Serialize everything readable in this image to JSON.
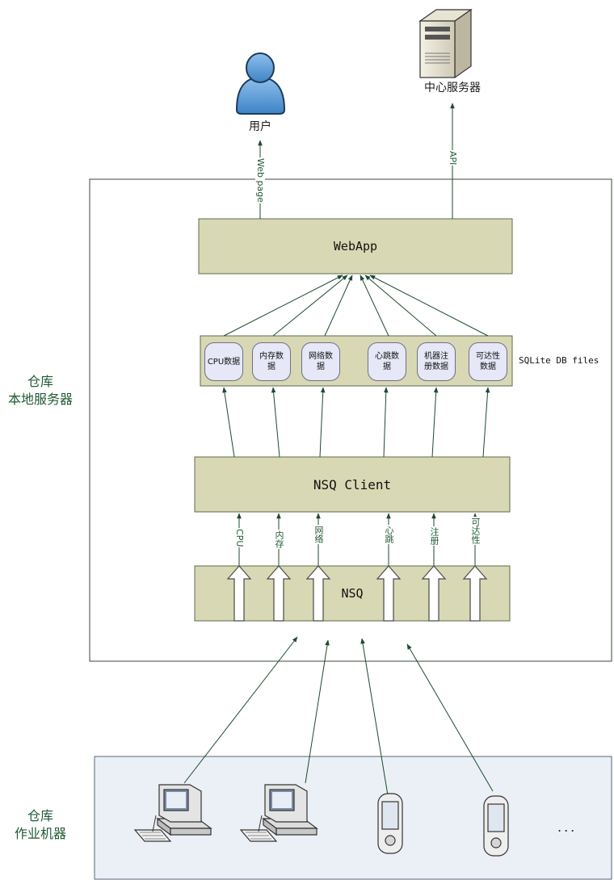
{
  "labels": {
    "user": "用户",
    "central_server": "中心服务器",
    "web_page": "Web page",
    "api": "API",
    "local_server_line1": "仓库",
    "local_server_line2": "本地服务器",
    "workstations_line1": "仓库",
    "workstations_line2": "作业机器",
    "sqlite_files": "SQLite DB files",
    "ellipsis": "..."
  },
  "boxes": {
    "webapp": "WebApp",
    "nsq_client": "NSQ Client",
    "nsq": "NSQ"
  },
  "stores": [
    {
      "line1": "CPU数据",
      "line2": ""
    },
    {
      "line1": "内存数",
      "line2": "据"
    },
    {
      "line1": "网络数",
      "line2": "据"
    },
    {
      "line1": "心跳数",
      "line2": "据"
    },
    {
      "line1": "机器注",
      "line2": "册数据"
    },
    {
      "line1": "可达性",
      "line2": "数据"
    }
  ],
  "topics": [
    "CPU",
    "内存",
    "网络",
    "心跳",
    "注册",
    "可达性"
  ],
  "colors": {
    "box_fill": "#d8d8b4",
    "box_border": "#5e6b4a",
    "store_fill": "#e6e7f7",
    "arrow": "#1f4a2e",
    "bottom_fill": "#ebf0f6",
    "text_green": "#1f5a34"
  }
}
